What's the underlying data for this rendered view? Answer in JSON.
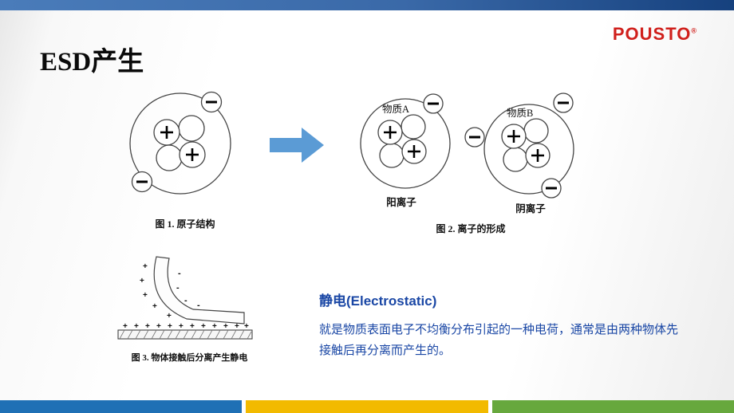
{
  "logo": {
    "text": "POUSTO",
    "reg": "®"
  },
  "title": "ESD产生",
  "figures": {
    "fig1": {
      "caption": "图 1. 原子结构"
    },
    "fig2": {
      "caption": "图 2. 离子的形成",
      "material_a": "物质A",
      "material_b": "物质B",
      "cation_label": "阳离子",
      "anion_label": "阴离子"
    },
    "fig3": {
      "caption": "图 3. 物体接触后分离产生静电"
    }
  },
  "text_block": {
    "heading": "静电(Electrostatic)",
    "body": "就是物质表面电子不均衡分布引起的一种电荷，通常是由两种物体先接触后再分离而产生的。"
  },
  "colors": {
    "topbar_blue": "#3a69a8",
    "logo_red": "#d0201c",
    "arrow_blue": "#5b9bd5",
    "text_blue": "#1a47a5",
    "footer_blue": "#1f70b5",
    "footer_yellow": "#f2ba00",
    "footer_green": "#67a83d"
  }
}
